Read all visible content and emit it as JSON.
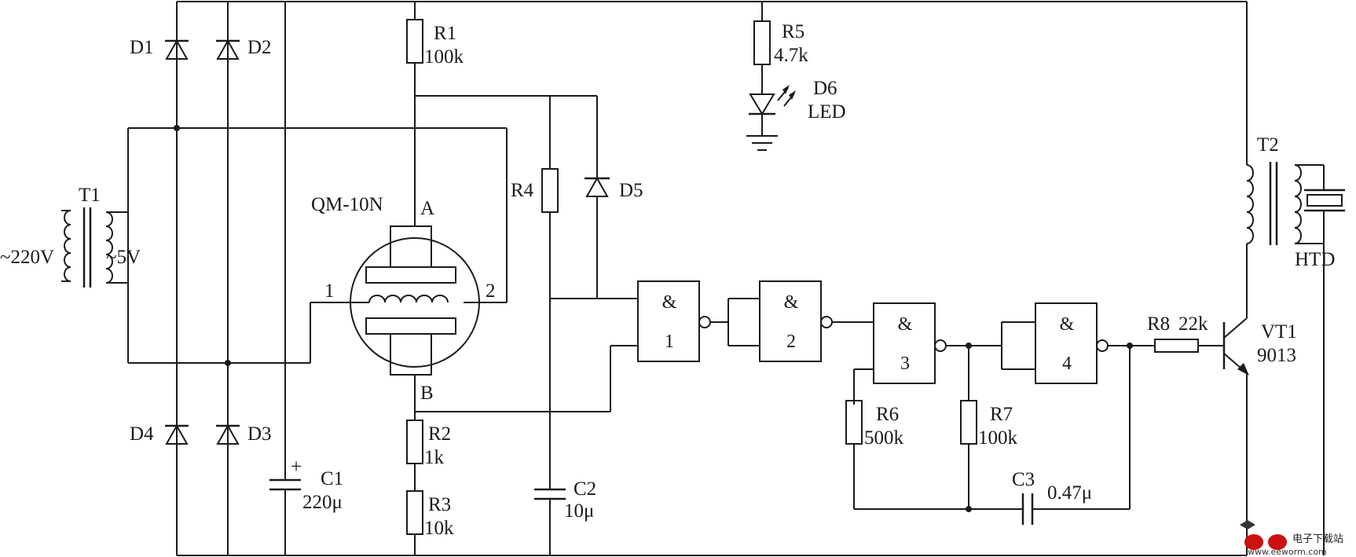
{
  "diagram": {
    "transformer_t1": {
      "name": "T1",
      "primary": "~220V",
      "secondary": "~5V"
    },
    "diodes": {
      "d1": "D1",
      "d2": "D2",
      "d3": "D3",
      "d4": "D4",
      "d5": "D5"
    },
    "capacitors": {
      "c1": {
        "name": "C1",
        "value": "220μ",
        "polarity": "+"
      },
      "c2": {
        "name": "C2",
        "value": "10μ"
      },
      "c3": {
        "name": "C3",
        "value": "0.47μ"
      }
    },
    "resistors": {
      "r1": {
        "name": "R1",
        "value": "100k"
      },
      "r2": {
        "name": "R2",
        "value": "1k"
      },
      "r3": {
        "name": "R3",
        "value": "10k"
      },
      "r4": {
        "name": "R4"
      },
      "r5": {
        "name": "R5",
        "value": "4.7k"
      },
      "r6": {
        "name": "R6",
        "value": "500k"
      },
      "r7": {
        "name": "R7",
        "value": "100k"
      },
      "r8": {
        "name": "R8",
        "value": "22k"
      }
    },
    "led": {
      "name": "D6",
      "type": "LED"
    },
    "sensor": {
      "name": "QM-10N",
      "pin_a": "A",
      "pin_b": "B",
      "pin_1": "1",
      "pin_2": "2"
    },
    "gates": {
      "symbol": "&",
      "g1": "1",
      "g2": "2",
      "g3": "3",
      "g4": "4"
    },
    "transistor": {
      "name": "VT1",
      "model": "9013"
    },
    "transformer_t2": {
      "name": "T2"
    },
    "buzzer": {
      "name": "HTD"
    }
  },
  "watermark": {
    "brand": "电子下载站",
    "url": "www.eeworm.com"
  },
  "colors": {
    "ink": "#1a1a1a",
    "watermark_red": "#cc1111"
  }
}
